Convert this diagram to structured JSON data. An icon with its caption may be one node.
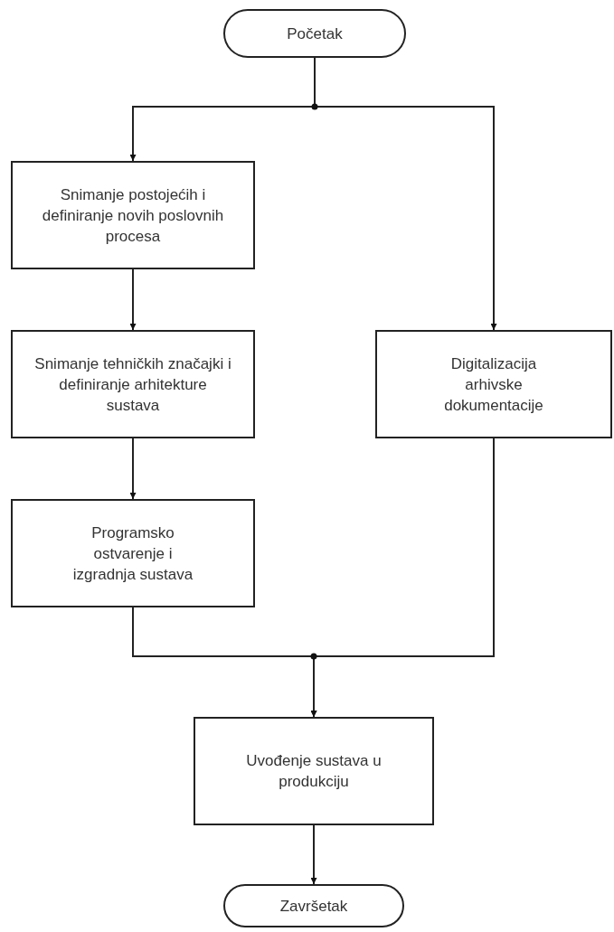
{
  "diagram": {
    "nodes": [
      {
        "text": [
          "Početak"
        ]
      },
      {
        "text": [
          "Snimanje postojećih i definiranje novih poslovnih procesa"
        ]
      },
      {
        "text": [
          "Snimanje tehničkih značajki i definiranje arhitekture sustava"
        ]
      },
      {
        "text": [
          "Programsko ostvarenje i izgradnja sustava"
        ]
      },
      {
        "text": [
          "Digitalizacija arhivske dokumentacije"
        ]
      },
      {
        "text": [
          "Uvođenje sustava u produkciju"
        ]
      },
      {
        "text": [
          "Završetak"
        ]
      }
    ],
    "edges": [
      {
        "from": 0,
        "to": 1,
        "arrow": "to"
      },
      {
        "from": 0,
        "to": 4,
        "arrow": "to"
      },
      {
        "from": 1,
        "to": 2,
        "arrow": "to"
      },
      {
        "from": 2,
        "to": 3,
        "arrow": "to"
      },
      {
        "from": 3,
        "to": 5,
        "arrow": "to"
      },
      {
        "from": 4,
        "to": 5,
        "arrow": "to"
      },
      {
        "from": 5,
        "to": 6,
        "arrow": "to"
      }
    ]
  }
}
